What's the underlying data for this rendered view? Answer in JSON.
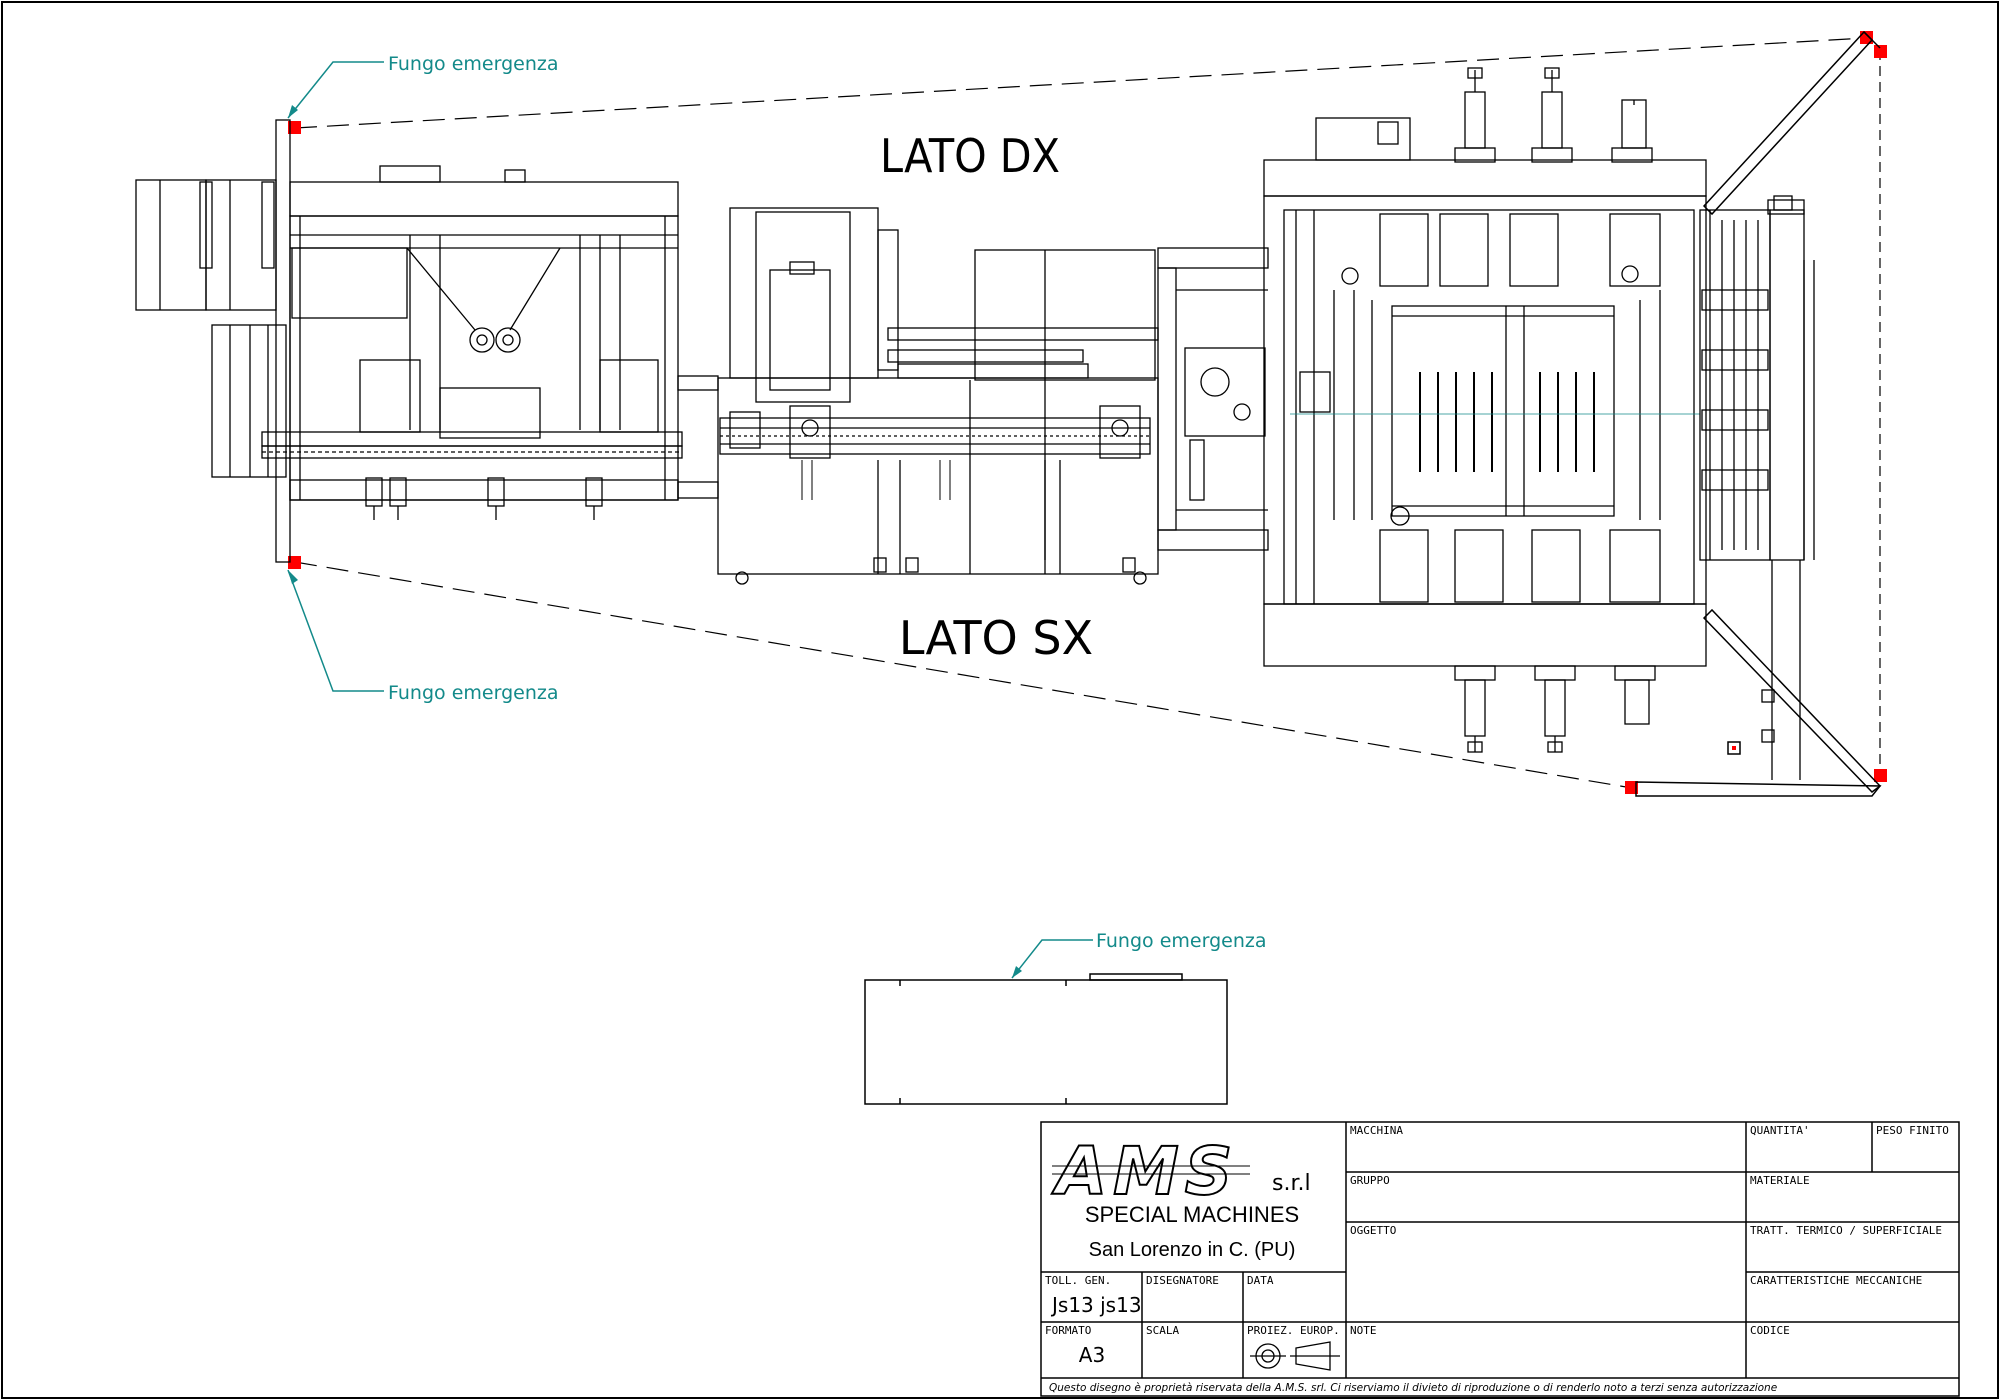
{
  "drawing": {
    "side_right_label": "LATO DX",
    "side_left_label": "LATO SX",
    "emergency_labels": [
      "Fungo emergenza",
      "Fungo emergenza",
      "Fungo emergenza"
    ],
    "colors": {
      "line": "#000000",
      "callout": "#138a8a",
      "emergency_marker": "#ff0000"
    }
  },
  "title_block": {
    "company_logo_text": "AMS",
    "company_suffix": "s.r.l",
    "company_tagline": "SPECIAL MACHINES",
    "company_location": "San Lorenzo in C.  (PU)",
    "fields": {
      "toll_gen_label": "TOLL. GEN.",
      "toll_gen_value": "Js13   js13",
      "disegnatore_label": "DISEGNATORE",
      "data_label": "DATA",
      "formato_label": "FORMATO",
      "formato_value": "A3",
      "scala_label": "SCALA",
      "proiez_label": "PROIEZ. EUROP.",
      "macchina_label": "MACCHINA",
      "gruppo_label": "GRUPPO",
      "oggetto_label": "OGGETTO",
      "note_label": "NOTE",
      "quantita_label": "QUANTITA'",
      "peso_finito_label": "PESO FINITO",
      "materiale_label": "MATERIALE",
      "tratt_label": "TRATT. TERMICO / SUPERFICIALE",
      "caratteristiche_label": "CARATTERISTICHE MECCANICHE",
      "codice_label": "CODICE"
    },
    "disclaimer": "Questo disegno è proprietà riservata della A.M.S. srl. Ci riserviamo il divieto di riproduzione o di renderlo noto a terzi senza autorizzazione"
  }
}
